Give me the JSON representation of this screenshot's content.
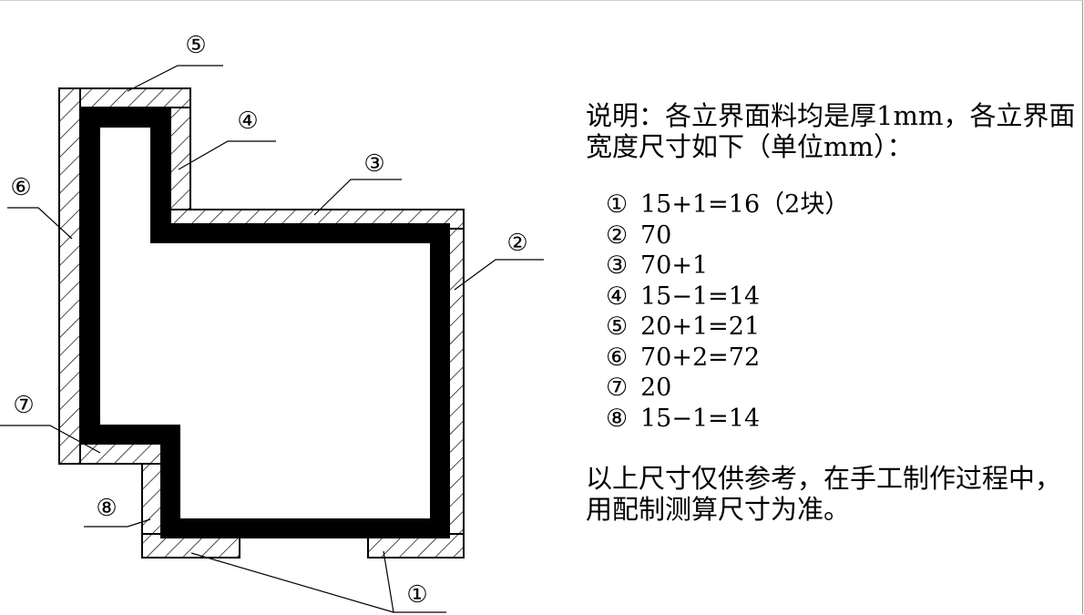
{
  "description_text": "说明：各立界面料均是厚1mm，各立界面宽度尺寸如下（单位mm）：",
  "dimensions": [
    {
      "mark": "①",
      "value": "15+1=16（2块）"
    },
    {
      "mark": "②",
      "value": "70"
    },
    {
      "mark": "③",
      "value": "70+1"
    },
    {
      "mark": "④",
      "value": "15−1=14"
    },
    {
      "mark": "⑤",
      "value": "20+1=21"
    },
    {
      "mark": "⑥",
      "value": "70+2=72"
    },
    {
      "mark": "⑦",
      "value": "20"
    },
    {
      "mark": "⑧",
      "value": "15−1=14"
    }
  ],
  "footer_text": "以上尺寸仅供参考，在手工制作过程中，用配制测算尺寸为准。",
  "callouts": [
    "①",
    "②",
    "③",
    "④",
    "⑤",
    "⑥",
    "⑦",
    "⑧"
  ]
}
